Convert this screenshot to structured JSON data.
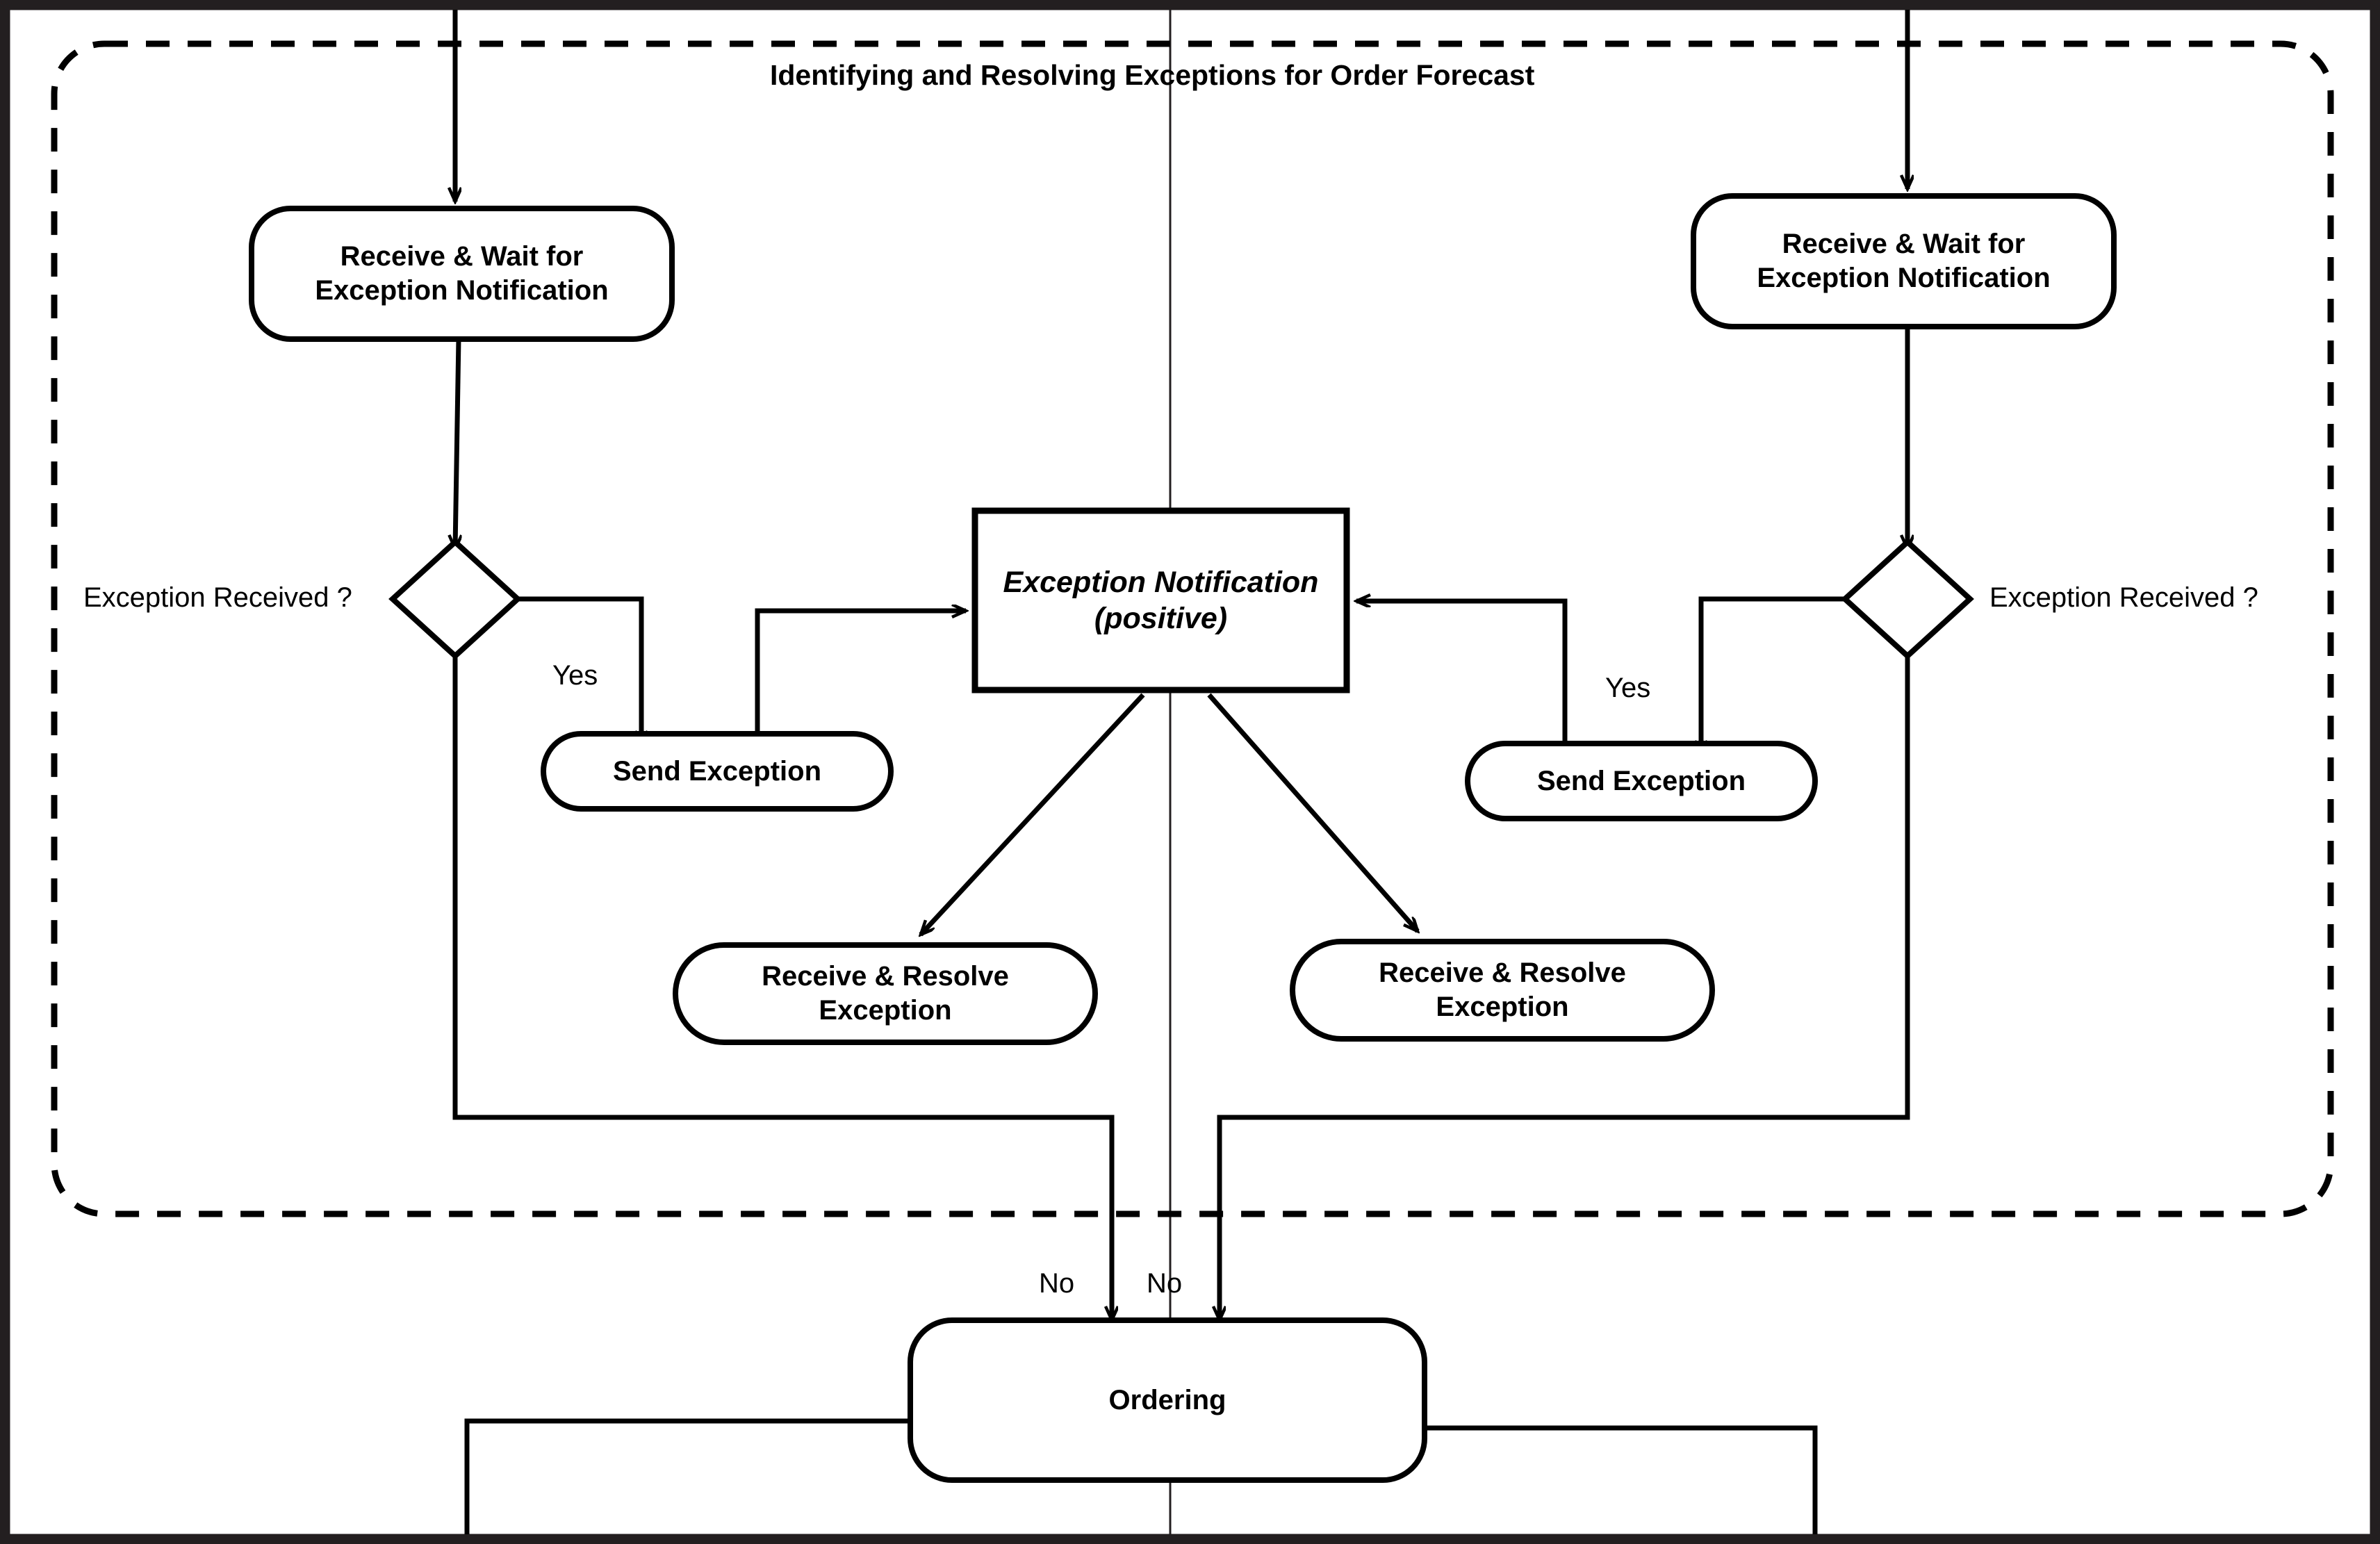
{
  "diagram": {
    "title": "Identifying and Resolving Exceptions for Order Forecast",
    "frame_color": "#231f20",
    "line_color": "#000000",
    "background_color": "#ffffff",
    "boundary_style": "dashed",
    "nodes": {
      "left_receive_wait": {
        "label": "Receive & Wait for\nException Notification",
        "shape": "rounded-rectangle"
      },
      "right_receive_wait": {
        "label": "Receive & Wait for\nException Notification",
        "shape": "rounded-rectangle"
      },
      "left_decision": {
        "label": "Exception Received ?",
        "shape": "diamond"
      },
      "right_decision": {
        "label": "Exception Received ?",
        "shape": "diamond"
      },
      "left_send_exception": {
        "label": "Send Exception",
        "shape": "stadium"
      },
      "right_send_exception": {
        "label": "Send Exception",
        "shape": "stadium"
      },
      "exception_notification": {
        "label": "Exception Notification\n(positive)",
        "shape": "rectangle"
      },
      "left_receive_resolve": {
        "label": "Receive & Resolve\nException",
        "shape": "stadium"
      },
      "right_receive_resolve": {
        "label": "Receive & Resolve\nException",
        "shape": "stadium"
      },
      "ordering": {
        "label": "Ordering",
        "shape": "rounded-rectangle"
      }
    },
    "edge_labels": {
      "left_yes": "Yes",
      "right_yes": "Yes",
      "left_no": "No",
      "right_no": "No"
    }
  }
}
